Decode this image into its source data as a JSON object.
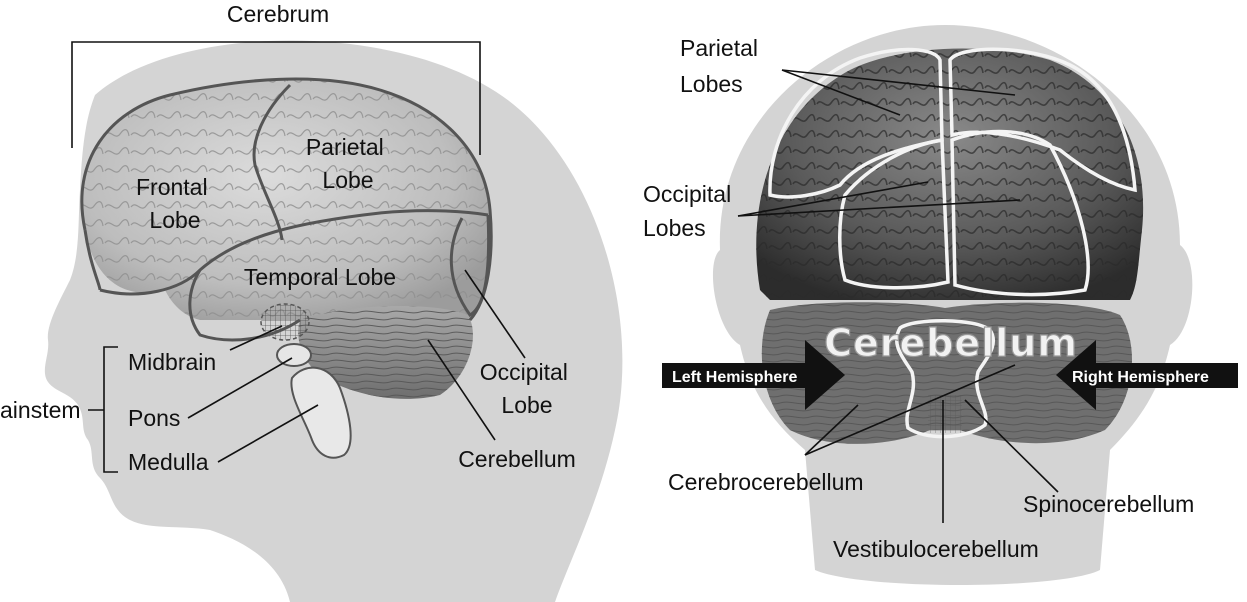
{
  "left_figure": {
    "labels": {
      "cerebrum": "Cerebrum",
      "frontal_lobe": [
        "Frontal",
        "Lobe"
      ],
      "parietal_lobe": [
        "Parietal",
        "Lobe"
      ],
      "temporal_lobe": "Temporal Lobe",
      "occipital_lobe": [
        "Occipital",
        "Lobe"
      ],
      "cerebellum": "Cerebellum",
      "midbrain": "Midbrain",
      "pons": "Pons",
      "medulla": "Medulla",
      "brainstem": "ainstem"
    }
  },
  "right_figure": {
    "labels": {
      "parietal_lobes": [
        "Parietal",
        "Lobes"
      ],
      "occipital_lobes": [
        "Occipital",
        "Lobes"
      ],
      "cerebellum_title": "Cerebellum",
      "left_hemisphere": "Left Hemisphere",
      "right_hemisphere": "Right Hemisphere",
      "cerebrocerebellum": "Cerebrocerebellum",
      "spinocerebellum": "Spinocerebellum",
      "vestibulocerebellum": "Vestibulocerebellum"
    }
  }
}
